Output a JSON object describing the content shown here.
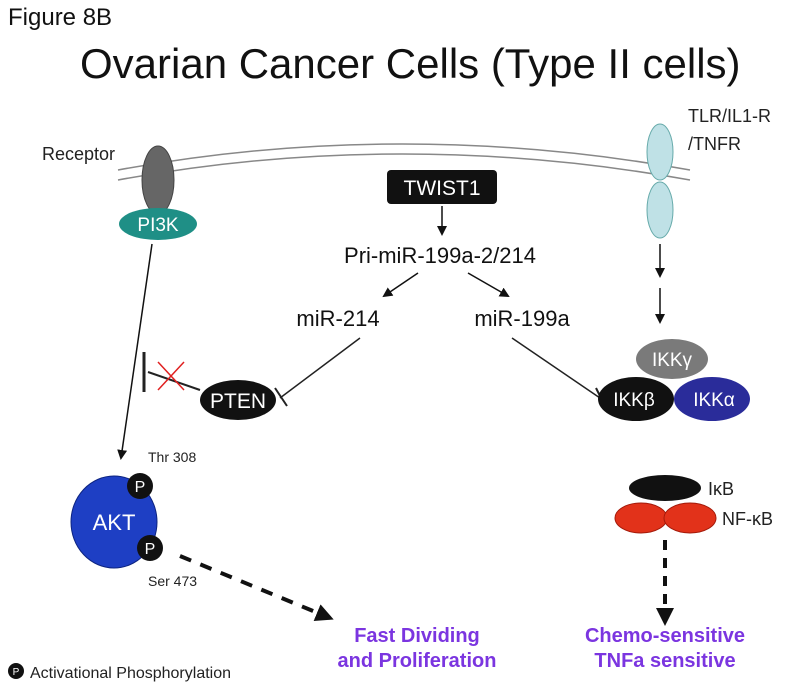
{
  "figure_label": "Figure 8B",
  "title": "Ovarian Cancer Cells (Type II cells)",
  "nodes": {
    "receptor": "Receptor",
    "pi3k": "PI3K",
    "tlr": "TLR/IL1-R",
    "tlr2": "/TNFR",
    "twist1": "TWIST1",
    "pri_mir": "Pri-miR-199a-2/214",
    "mir214": "miR-214",
    "mir199a": "miR-199a",
    "pten": "PTEN",
    "ikk_gamma": "IKKγ",
    "ikk_beta": "IKKβ",
    "ikk_alpha": "IKKα",
    "akt": "AKT",
    "p": "P",
    "thr308": "Thr 308",
    "ser473": "Ser 473",
    "ikb": "IκB",
    "nfkb": "NF-κB"
  },
  "outputs": {
    "left_line1": "Fast Dividing",
    "left_line2": "and Proliferation",
    "right_line1": "Chemo-sensitive",
    "right_line2": "TNFa sensitive"
  },
  "legend": {
    "symbol": "P",
    "label": "Activational Phosphorylation"
  },
  "colors": {
    "pi3k": "#1f8f86",
    "tlr_receptor": "#bfe1e6",
    "ikk_alpha": "#2a2c9a",
    "akt": "#1e3fc4",
    "nfkb": "#e2321a",
    "output_text": "#7b35e0",
    "inhibit_x": "#e02020"
  }
}
